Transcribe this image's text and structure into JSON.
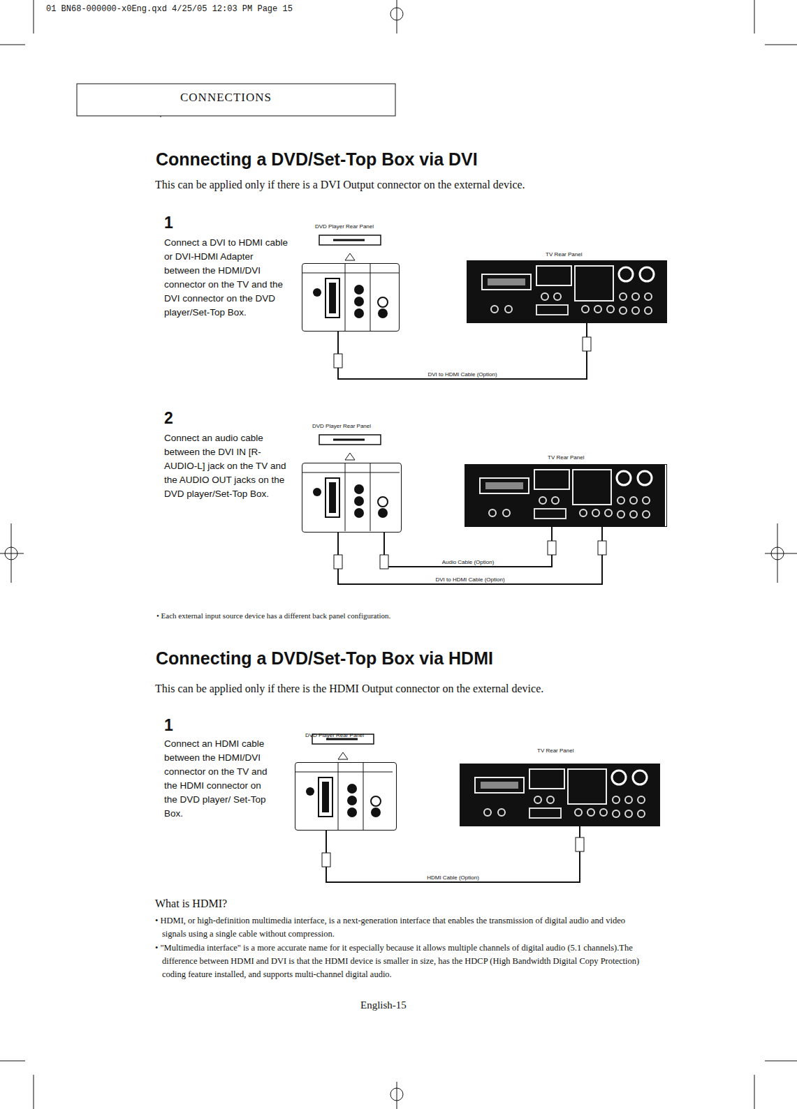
{
  "diagram": {
    "title": "Connecting a DVD/Set-Top Box via DVI",
    "nodes": [
      {
        "text": [
          "DVD Player Rear Panel"
        ]
      },
      {
        "text": [
          "TV Rear Panel"
        ]
      },
      {
        "text": [
          "DVD Player Rear Panel"
        ]
      },
      {
        "text": [
          "TV Rear Panel"
        ]
      },
      {
        "text": [
          "DVD Player Rear Panel"
        ]
      },
      {
        "text": [
          "TV Rear Panel"
        ]
      }
    ],
    "edges": [
      {
        "from": 0,
        "to": 1,
        "arrow": "none",
        "label": "DVI to HDMI Cable (Option)"
      },
      {
        "from": 2,
        "to": 3,
        "arrow": "none",
        "label": "Audio Cable (Option)"
      },
      {
        "from": 2,
        "to": 3,
        "arrow": "none",
        "label": "DVI to HDMI Cable (Option)"
      },
      {
        "from": 4,
        "to": 5,
        "arrow": "none",
        "label": "HDMI Cable (Option)"
      }
    ],
    "labels": [
      "01 BN68-000000-x0Eng.qxd 4/25/05 12:03 PM Page 15",
      "CONNECTIONS",
      "This can be applied only if there is a DVI Output connector on the external device.",
      "1",
      "Connect a DVI to HDMI cable or DVI-HDMI Adapter between the HDMI/DVI connector on the TV and the DVI connector on the DVD player/Set-Top Box.",
      "2",
      "Connect an audio cable between the DVI IN [R-AUDIO-L] jack on the TV and the AUDIO OUT jacks on the DVD player/Set-Top Box.",
      "• Each external input source device has a different back panel configuration.",
      "Connecting a DVD/Set-Top Box via HDMI",
      "This can be applied only if there is the HDMI Output connector on the external device.",
      "1",
      "Connect an HDMI cable between the HDMI/DVI connector on the TV and the HDMI connector on the DVD player/ Set-Top Box.",
      "What is HDMI?",
      "• HDMI, or high-definition multimedia interface, is a next-generation interface that enables the transmission of digital audio and video signals using a single cable without compression.",
      "• \"Multimedia interface\" is a more accurate name for it especially because it allows multiple channels of digital audio (5.1 channels).The difference between HDMI and DVI is that the HDMI device is smaller in size, has the HDCP (High Bandwidth Digital Copy Protection) coding feature installed, and supports multi-channel digital audio.",
      "English-15"
    ]
  }
}
